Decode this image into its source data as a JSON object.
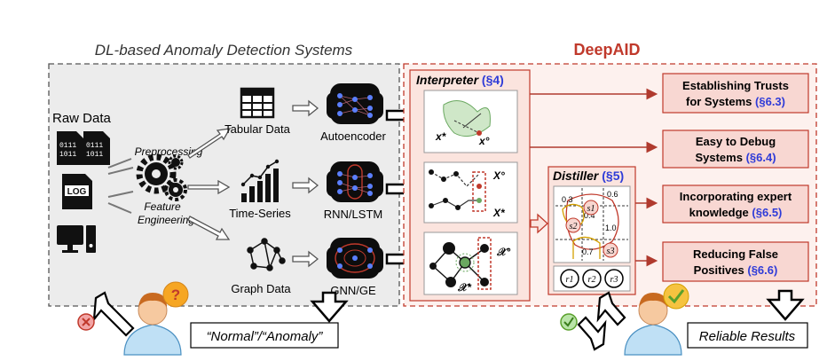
{
  "left_panel": {
    "title": "DL-based Anomaly Detection Systems",
    "raw_data_label": "Raw Data",
    "log_label": "LOG",
    "binary_line_1": "0111",
    "binary_line_2": "1011",
    "preprocessing_label": "Preprocessing",
    "feature_engineering_line_1": "Feature",
    "feature_engineering_line_2": "Engineering",
    "data_types": [
      "Tabular Data",
      "Time-Series",
      "Graph Data"
    ],
    "models": [
      "Autoencoder",
      "RNN/LSTM",
      "GNN/GE"
    ],
    "output_label": "“Normal”/“Anomaly”"
  },
  "right_panel": {
    "title": "DeepAID",
    "interpreter_label": "Interpreter",
    "interpreter_ref": "(§4)",
    "distiller_label": "Distiller",
    "distiller_ref": "(§5)",
    "plot_labels": {
      "x_star": "x*",
      "x_circ": "x°",
      "X_circ": "X°",
      "X_star": "X*",
      "calX_circ": "𝒳°",
      "calX_star": "𝒳*"
    },
    "distiller_values": [
      "0.3",
      "0.6",
      "0.4",
      "1.0",
      "0.7"
    ],
    "distiller_states": [
      "s1",
      "s2",
      "s3"
    ],
    "distiller_rules": [
      "r1",
      "r2",
      "r3"
    ],
    "results": [
      {
        "line_1": "Establishing Trusts",
        "line_2": "for Systems",
        "ref": "(§6.3)"
      },
      {
        "line_1": "Easy to Debug",
        "line_2": "Systems",
        "ref": "(§6.4)"
      },
      {
        "line_1": "Incorporating expert",
        "line_2": "knowledge",
        "ref": "(§6.5)"
      },
      {
        "line_1": "Reducing False",
        "line_2": "Positives",
        "ref": "(§6.6)"
      }
    ],
    "output_label": "Reliable Results"
  },
  "colors": {
    "deepaid_red": "#c0392b",
    "result_fill": "#f8d7d2",
    "ref_blue": "#2e3bd8",
    "left_bg": "#ececec",
    "right_bg": "#fdf1ee"
  },
  "icons": [
    "binary-file-icon",
    "log-file-icon",
    "computer-icon",
    "gears-icon",
    "table-icon",
    "bar-chart-icon",
    "graph-icon",
    "neural-network-icon",
    "person-question-icon",
    "person-check-icon",
    "x-mark-icon",
    "check-mark-icon"
  ]
}
